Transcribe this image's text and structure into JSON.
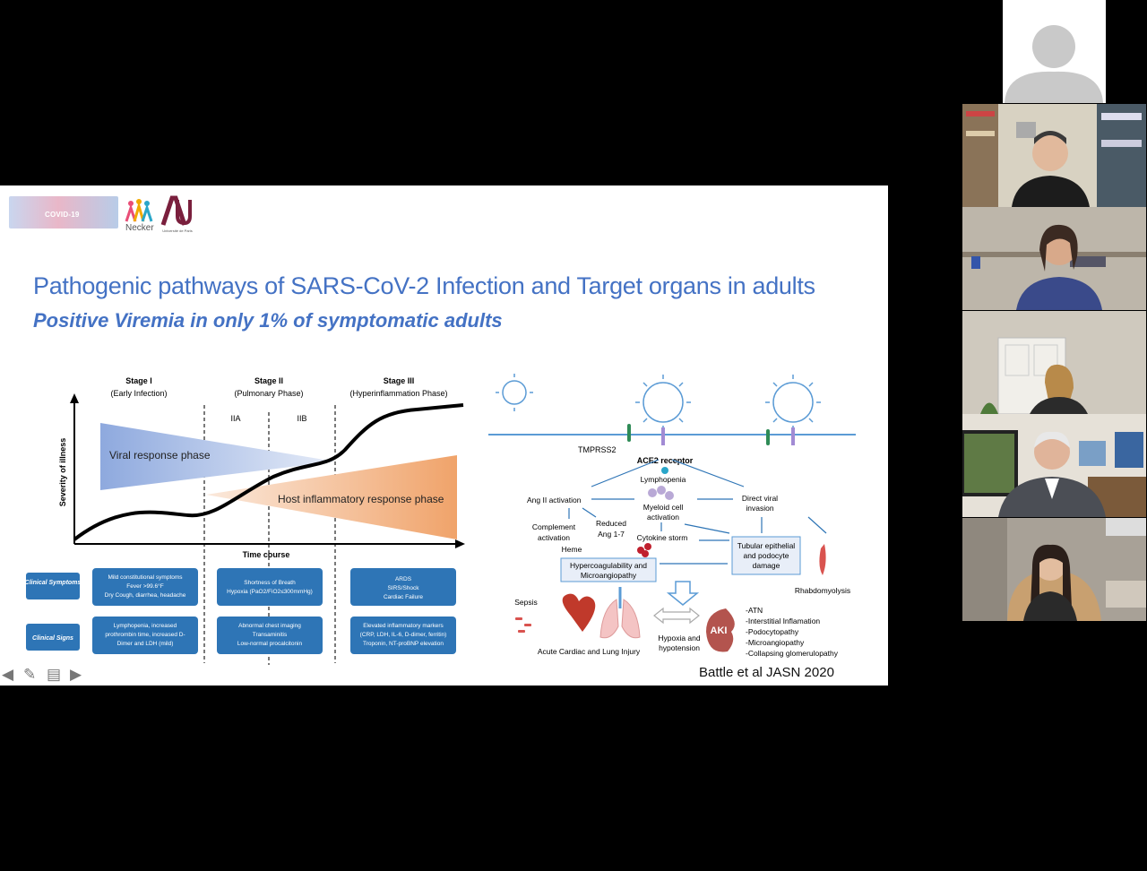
{
  "window": {
    "background": "#000000",
    "accent": "#4472c4"
  },
  "slide": {
    "title": "Pathogenic pathways of SARS-CoV-2 Infection and Target organs in adults",
    "subtitle": "Positive Viremia in only 1% of symptomatic adults",
    "banner_text": "COVID-19",
    "necker_label": "Necker",
    "univ_label": "Université de Paris",
    "citation": "Battle et al JASN 2020"
  },
  "chart": {
    "y_label": "Severity of illness",
    "x_label": "Time course",
    "stages": [
      {
        "name": "Stage I",
        "sub": "(Early Infection)"
      },
      {
        "name": "Stage II",
        "sub": "(Pulmonary Phase)"
      },
      {
        "name": "Stage III",
        "sub": "(Hyperinflammation Phase)"
      }
    ],
    "sub_stages": [
      "IIA",
      "IIB"
    ],
    "viral_phase": "Viral response phase",
    "host_phase": "Host inflammatory response phase",
    "row_labels": [
      "Clinical Symptoms",
      "Clinical Signs"
    ],
    "symptoms": [
      [
        "Mild constitutional symptoms",
        "Fever >99.6°F",
        "Dry Cough, diarrhea, headache"
      ],
      [
        "Shortness of Breath",
        "Hypoxia (PaO2/FiO2≤300mmHg)"
      ],
      [
        "ARDS",
        "SIRS/Shock",
        "Cardiac Failure"
      ]
    ],
    "signs": [
      [
        "Lymphopenia, increased",
        "prothrombin time, increased D-",
        "Dimer and LDH (mild)"
      ],
      [
        "Abnormal chest imaging",
        "Transaminitis",
        "Low-normal procalcitonin"
      ],
      [
        "Elevated inflammatory markers",
        "(CRP, LDH, IL-6, D-dimer, ferritin)",
        "Troponin, NT-proBNP elevation"
      ]
    ]
  },
  "diagram": {
    "tmprss2": "TMPRSS2",
    "ace2": "ACE2 receptor",
    "lymphopenia": "Lymphopenia",
    "myeloid": [
      "Myeloid cell",
      "activation"
    ],
    "ang2": "Ang II activation",
    "direct": [
      "Direct viral",
      "invasion"
    ],
    "complement": [
      "Complement",
      "activation"
    ],
    "reduced": [
      "Reduced",
      "Ang 1-7"
    ],
    "cytokine": "Cytokine storm",
    "heme": "Heme",
    "tubular": [
      "Tubular epithelial",
      "and podocyte",
      "damage"
    ],
    "hyper": [
      "Hypercoagulability and",
      "Microangiopathy"
    ],
    "rhabdo": "Rhabdomyolysis",
    "sepsis": "Sepsis",
    "cardiac_lung": "Acute Cardiac and Lung Injury",
    "hypoxia": [
      "Hypoxia and",
      "hypotension"
    ],
    "aki": "AKI",
    "aki_list": [
      "-ATN",
      "-Interstitial Inflamation",
      "-Podocytopathy",
      "-Microangiopathy",
      "-Collapsing glomerulopathy"
    ]
  },
  "nav": {
    "prev": "back-arrow-icon",
    "edit": "pencil-icon",
    "menu": "slide-menu-icon",
    "next": "forward-arrow-icon"
  },
  "participants": [
    {
      "kind": "avatar"
    },
    {
      "kind": "video"
    },
    {
      "kind": "video"
    },
    {
      "kind": "video"
    },
    {
      "kind": "video"
    },
    {
      "kind": "video"
    }
  ]
}
